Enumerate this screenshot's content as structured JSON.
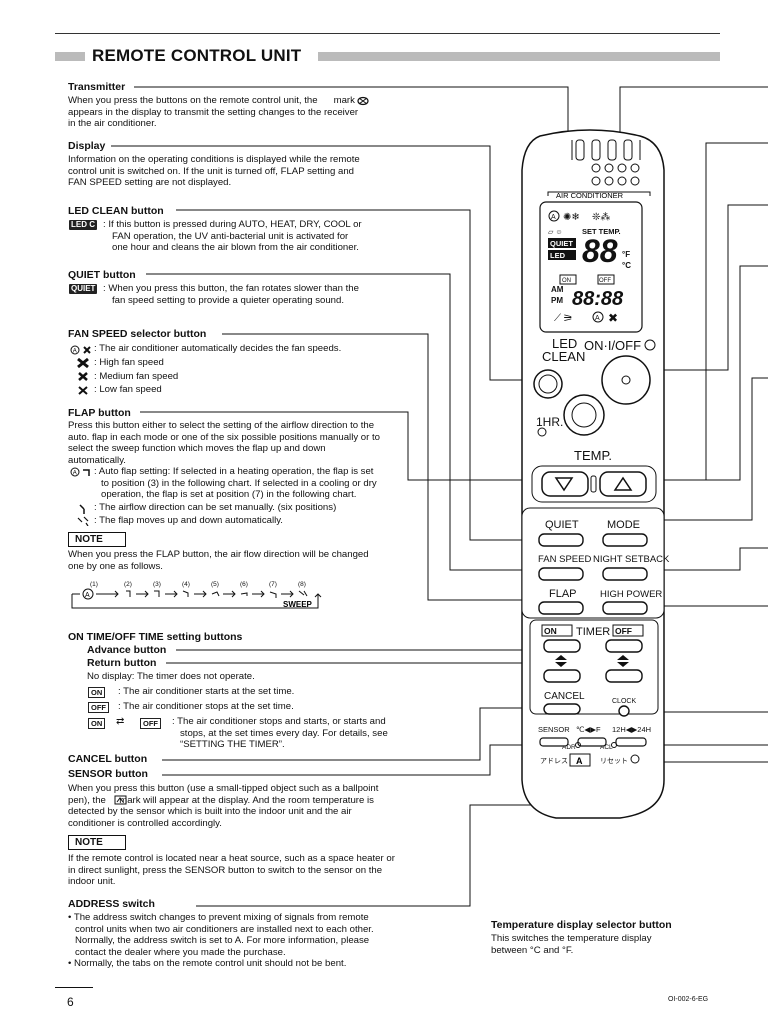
{
  "header": {
    "title": "REMOTE CONTROL UNIT"
  },
  "sections": {
    "transmitter": {
      "title": "Transmitter",
      "lines": [
        "When you press the buttons on the remote control unit, the      mark",
        "appears in the display to transmit the setting changes to the receiver",
        "in the air conditioner."
      ]
    },
    "display": {
      "title": "Display",
      "lines": [
        "Information on the operating conditions is displayed while the remote",
        "control unit is switched on. If the unit is turned off, FLAP setting and",
        "FAN SPEED setting are not displayed."
      ]
    },
    "led_clean": {
      "title": "LED CLEAN button",
      "badge": "LED C",
      "lines": [
        ": If this button is pressed during AUTO, HEAT, DRY, COOL or",
        "FAN operation, the UV anti-bacterial unit is activated for",
        "one hour and cleans the air blown from the air conditioner."
      ]
    },
    "quiet": {
      "title": "QUIET button",
      "badge": "QUIET",
      "lines": [
        ": When you press this button, the fan rotates slower than the",
        "fan speed setting to provide a quieter operating sound."
      ]
    },
    "fan_speed": {
      "title": "FAN SPEED selector button",
      "items": [
        ": The air conditioner automatically decides the fan speeds.",
        ": High fan speed",
        ": Medium fan speed",
        ": Low fan speed"
      ]
    },
    "flap": {
      "title": "FLAP button",
      "lines": [
        "Press this button either to select the setting of the airflow direction to the",
        "auto. flap in each mode or one of the six possible positions manually or to",
        "select the sweep function which moves the flap up and down",
        "automatically."
      ],
      "items": [
        ": Auto flap setting: If selected in a heating operation, the flap is set",
        "to position (3) in the following chart. If selected in a cooling or dry",
        "operation, the flap is set at position (7) in the following chart.",
        ": The airflow direction can be set manually. (six positions)",
        ": The flap moves up and down automatically."
      ]
    },
    "note1": {
      "label": "NOTE",
      "lines": [
        "When you press the FLAP button, the air flow direction will be changed",
        "one by one as follows."
      ],
      "positions": [
        "(1)",
        "(2)",
        "(3)",
        "(4)",
        "(5)",
        "(6)",
        "(7)",
        "(8)"
      ],
      "sweep": "SWEEP"
    },
    "timer": {
      "title": "ON TIME/OFF TIME setting buttons",
      "advance": "Advance button",
      "return": "Return button",
      "no_display": "No display: The timer does not operate.",
      "on_badge": "ON",
      "off_badge": "OFF",
      "on_text": ": The air conditioner starts at the set time.",
      "off_text": ": The air conditioner stops at the set time.",
      "both_lines": [
        ": The air conditioner stops and starts, or starts and",
        "stops, at the set times every day. For details, see",
        "“SETTING THE TIMER”."
      ]
    },
    "cancel": {
      "title": "CANCEL button"
    },
    "sensor": {
      "title": "SENSOR button",
      "lines": [
        "When you press this button (use a small-tipped object such as a ballpoint",
        "pen), the     mark will appear at the display. And the room temperature is",
        "detected by the sensor which is built into the indoor unit and the air",
        "conditioner is controlled accordingly."
      ]
    },
    "note2": {
      "label": "NOTE",
      "lines": [
        "If the remote control is located near a heat source, such as a space heater or",
        "in direct sunlight, press the SENSOR button to switch to the sensor on the",
        "indoor unit."
      ]
    },
    "address": {
      "title": "ADDRESS switch",
      "lines": [
        "• The address switch changes to prevent mixing of signals from remote",
        "control units when two air conditioners are installed next to each other.",
        "Normally, the address switch is set to A. For more information, please",
        "contact the dealer where you made the purchase.",
        "• Normally, the tabs on the remote control unit should not be bent."
      ]
    },
    "temp_selector": {
      "title": "Temperature display selector button",
      "lines": [
        "This switches the temperature display",
        "between °C and °F."
      ]
    }
  },
  "remote": {
    "air_conditioner": "AIR CONDITIONER",
    "set_temp": "SET TEMP.",
    "quiet": "QUIET",
    "led": "LED",
    "seg_temp": "88",
    "deg_f": "°F",
    "deg_c": "°C",
    "am": "AM",
    "pm": "PM",
    "seg_clock": "88:88",
    "on_small": "ON",
    "off_small": "OFF",
    "led_clean_1": "LED",
    "led_clean_2": "CLEAN",
    "on_off": "ON·I/OFF",
    "one_hr": "1HR.",
    "temp": "TEMP.",
    "quiet_btn": "QUIET",
    "mode_btn": "MODE",
    "fan_speed_btn": "FAN SPEED",
    "night_setback_btn": "NIGHT SETBACK",
    "flap_btn": "FLAP",
    "high_power_btn": "HIGH POWER",
    "timer_on": "ON",
    "timer_label": "TIMER",
    "timer_off": "OFF",
    "cancel_btn": "CANCEL",
    "clock_btn": "CLOCK",
    "sensor_btn": "SENSOR",
    "cf_btn": "℃◀▶F",
    "h12_24": "12H◀▶24H",
    "adr": "ADR",
    "acl": "ACL",
    "jp_address": "アドレス",
    "switch_a": "A",
    "jp_reset": "リセット"
  },
  "footer": {
    "page": "6",
    "doc_id": "OI-002-6-EG"
  }
}
